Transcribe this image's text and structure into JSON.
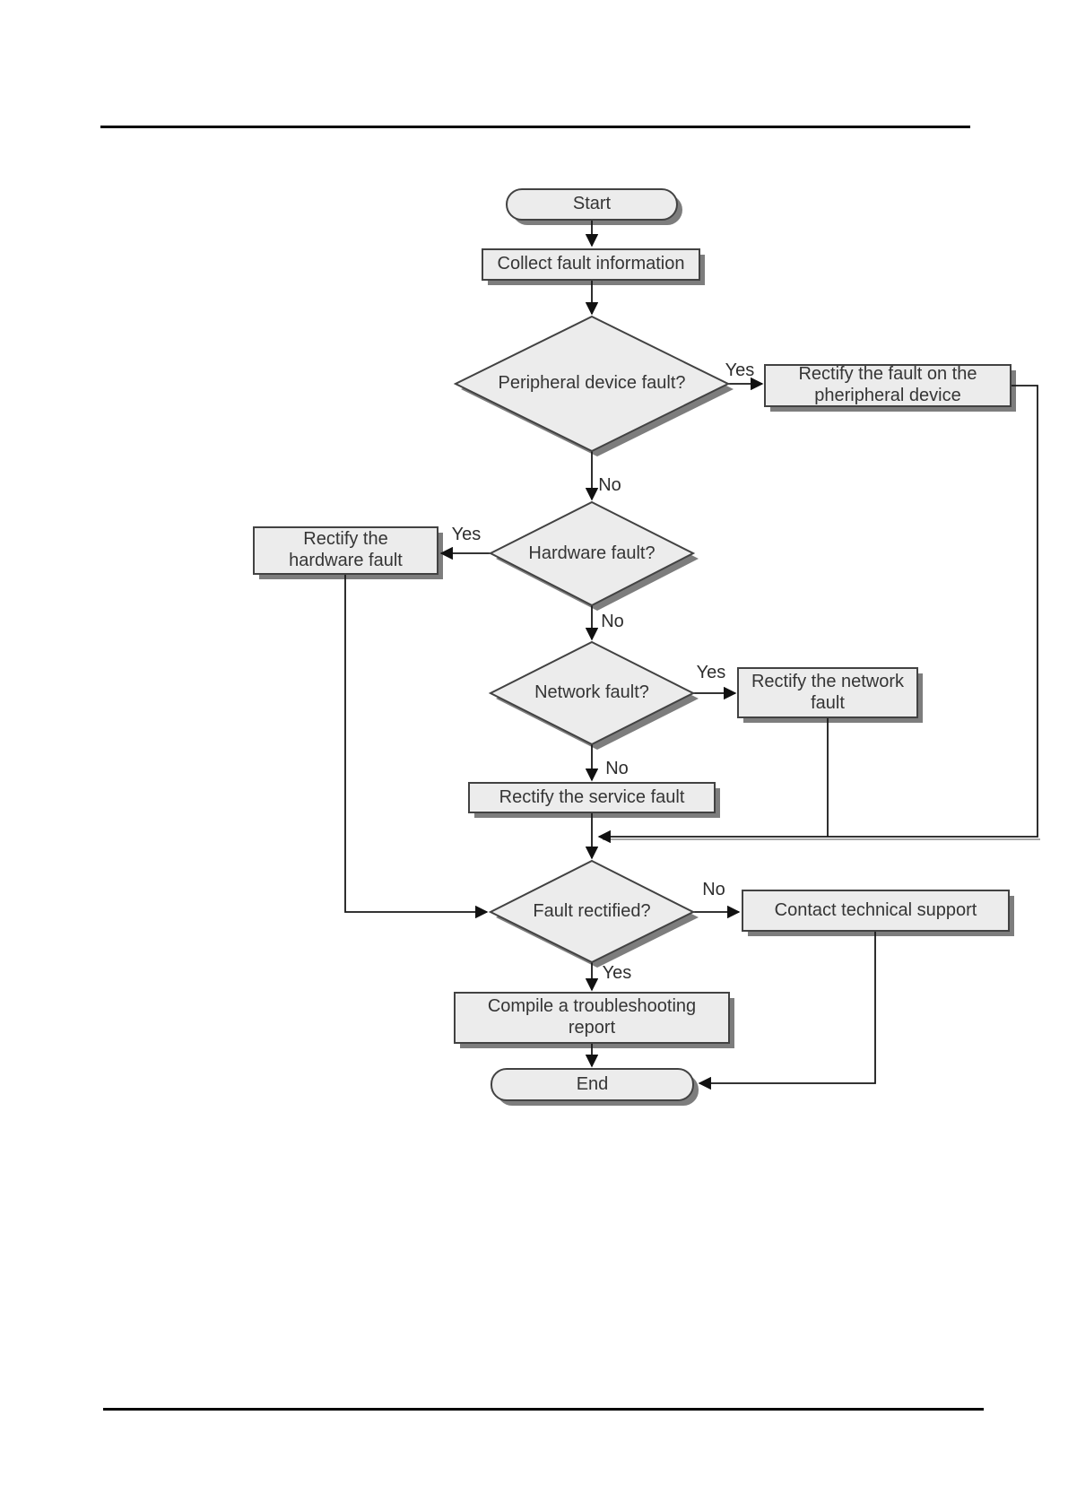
{
  "flowchart": {
    "nodes": {
      "start": {
        "label": "Start",
        "type": "terminator"
      },
      "collect": {
        "label": "Collect fault information",
        "type": "process"
      },
      "peripheral": {
        "label": "Peripheral device fault?",
        "type": "decision"
      },
      "rectify_peripheral": {
        "label": "Rectify the fault on the\npheripheral device",
        "type": "process"
      },
      "hardware": {
        "label": "Hardware fault?",
        "type": "decision"
      },
      "rectify_hardware": {
        "label": "Rectify the\nhardware fault",
        "type": "process"
      },
      "network": {
        "label": "Network fault?",
        "type": "decision"
      },
      "rectify_network": {
        "label": "Rectify the network\nfault",
        "type": "process"
      },
      "service": {
        "label": "Rectify the service fault",
        "type": "process"
      },
      "fault_rectified": {
        "label": "Fault rectified?",
        "type": "decision"
      },
      "contact": {
        "label": "Contact technical support",
        "type": "process"
      },
      "compile": {
        "label": "Compile a troubleshooting\nreport",
        "type": "process"
      },
      "end": {
        "label": "End",
        "type": "terminator"
      }
    },
    "edge_labels": {
      "peripheral_yes": "Yes",
      "peripheral_no": "No",
      "hardware_yes": "Yes",
      "hardware_no": "No",
      "network_yes": "Yes",
      "network_no": "No",
      "fault_no": "No",
      "fault_yes": "Yes"
    },
    "colors": {
      "node_fill": "#ececec",
      "node_stroke": "#424242",
      "shadow": "#7d7d7d",
      "connector": "#181818",
      "text": "#353535",
      "page_rule": "#000000"
    }
  }
}
